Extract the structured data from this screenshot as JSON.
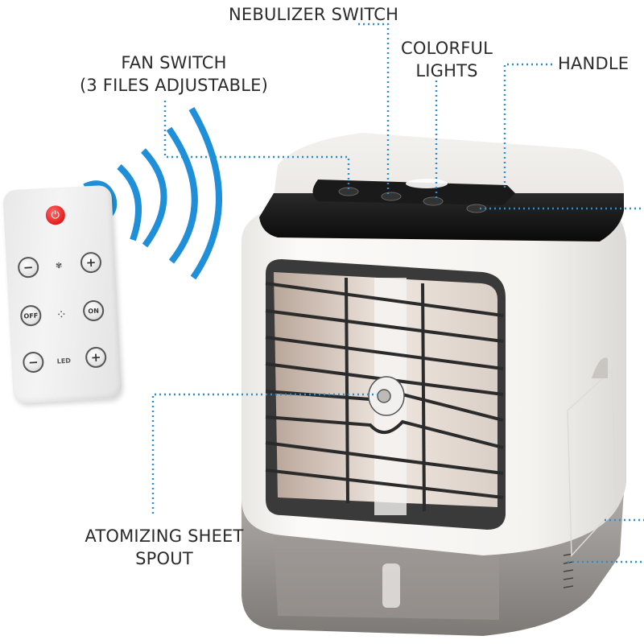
{
  "labels": {
    "nebulizer_switch": "NEBULIZER SWITCH",
    "fan_switch_line1": "FAN SWITCH",
    "fan_switch_line2": "(3 FILES ADJUSTABLE)",
    "colorful_lights_line1": "COLORFUL",
    "colorful_lights_line2": "LIGHTS",
    "handle": "HANDLE",
    "atomizing_line1": "ATOMIZING SHEET",
    "atomizing_line2": "SPOUT"
  },
  "remote": {
    "power_icon": "power-icon",
    "rows": [
      {
        "left": "−",
        "middle_icon": "fan-icon",
        "middle": "✾",
        "right": "+"
      },
      {
        "left": "OFF",
        "middle_icon": "mist-icon",
        "middle": "⁘",
        "right": "ON"
      },
      {
        "left": "−",
        "middle": "LED",
        "right": "+"
      }
    ]
  },
  "colors": {
    "leader_line": "#2a8fd0",
    "signal_waves": "#1e8fd8",
    "label_text": "#2b2b2b",
    "device_body": "#f4f2ef",
    "device_top_band": "#111111",
    "water_tank": "#8a8682",
    "remote_power": "#e21c1c"
  }
}
